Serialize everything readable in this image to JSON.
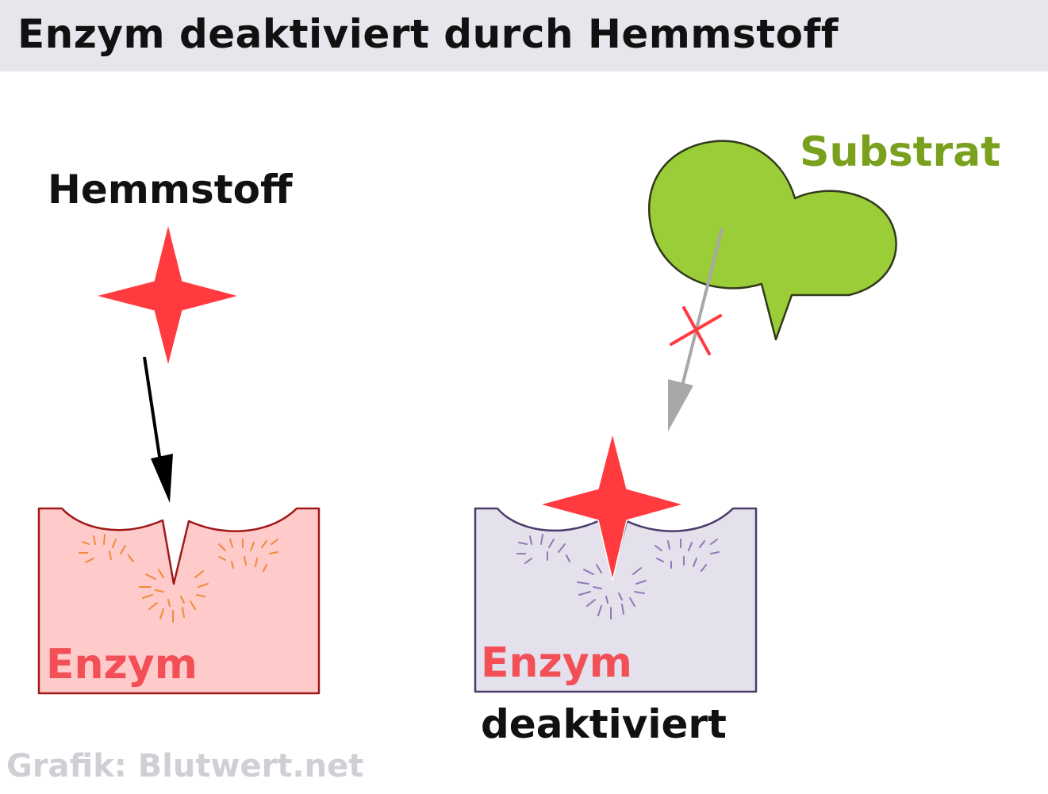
{
  "title": "Enzym deaktiviert durch Hemmstoff",
  "labels": {
    "hemmstoff": "Hemmstoff",
    "substrat": "Substrat",
    "enzym_left": "Enzym",
    "enzym_right": "Enzym",
    "deaktiviert": "deaktiviert"
  },
  "credit": "Grafik: Blutwert.net",
  "colors": {
    "title_bar": "#e6e6ec",
    "inhibitor_star": "#ff3b3f",
    "substrate_fill": "#9acd37",
    "substrate_text": "#7aa11e",
    "enzyme_active_fill": "#ffcaca",
    "enzyme_active_stroke": "#a01818",
    "enzyme_inactive_fill": "#e4e0ec",
    "enzyme_inactive_stroke": "#4a3c6a",
    "enzym_text": "#f25056",
    "blocked_cross": "#ff3b3f",
    "blocked_arrow": "#a8a8a8"
  }
}
